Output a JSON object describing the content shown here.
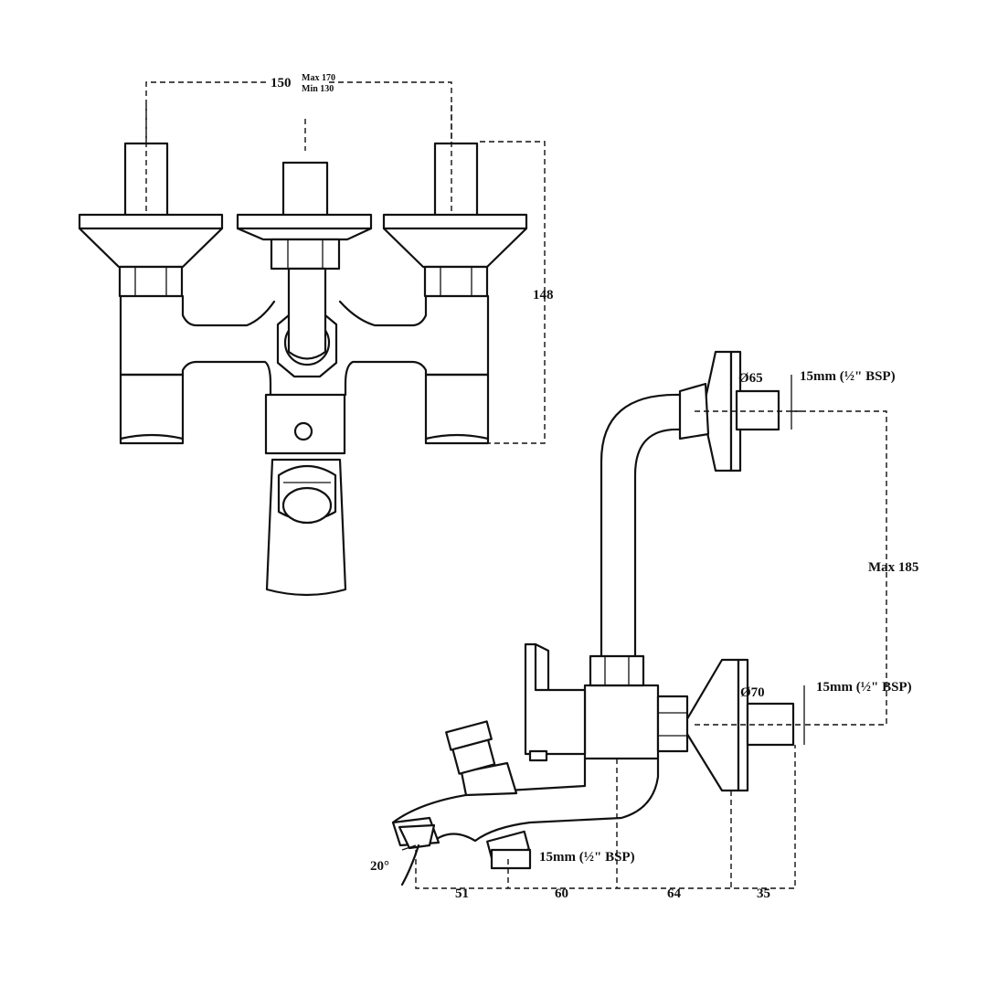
{
  "front_view": {
    "centres_nominal": "150",
    "centres_max": "Max 170",
    "centres_min": "Min 130",
    "height": "148"
  },
  "side_view": {
    "upper_flange_dia": "Ø65",
    "upper_thread": "15mm (½\" BSP)",
    "vertical_dim": "Max 185",
    "lower_flange_dia": "Ø70",
    "lower_thread": "15mm (½\" BSP)",
    "outlet_thread": "15mm (½\" BSP)",
    "spout_angle": "20°",
    "dim_1": "51",
    "dim_2": "60",
    "dim_3": "64",
    "dim_4": "35"
  }
}
